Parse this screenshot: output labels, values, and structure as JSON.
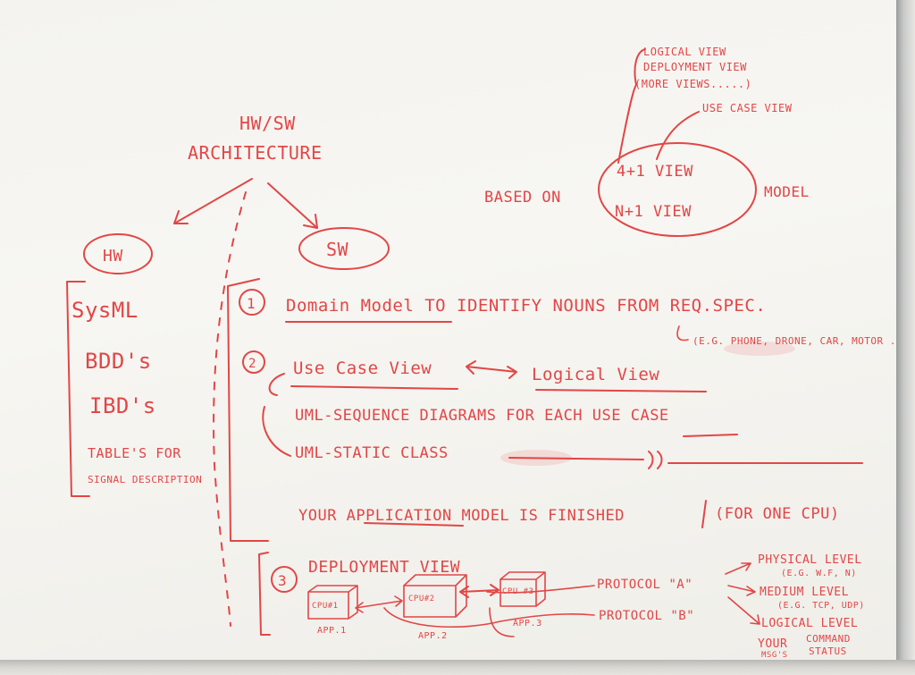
{
  "colors": {
    "ink": "#e24646",
    "board": "#f4f3ef"
  },
  "title": {
    "line1": "HW/SW",
    "line2": "ARCHITECTURE"
  },
  "top_right": {
    "views_list": [
      "LOGICAL VIEW",
      "DEPLOYMENT VIEW",
      "(MORE VIEWS.....)"
    ],
    "use_case": "USE CASE VIEW",
    "based_on": "BASED ON",
    "view_4_1": "4+1  VIEW",
    "view_n_1": "N+1  VIEW",
    "model": "MODEL"
  },
  "hw": {
    "label": "HW",
    "items": [
      "SysML",
      "BDD's",
      "IBD's"
    ],
    "tables_line1": "TABLE'S FOR",
    "tables_line2": "SIGNAL DESCRIPTION"
  },
  "sw": {
    "label": "SW"
  },
  "step1": {
    "number": "1",
    "text": "Domain Model   TO IDENTIFY  NOUNS FROM REQ.SPEC.",
    "example": "(E.G. PHONE, DRONE, CAR, MOTOR ...)"
  },
  "step2": {
    "number": "2",
    "use_case_view": "Use Case View",
    "logical_view": "Logical View",
    "sequence": "UML-SEQUENCE DIAGRAMS  FOR EACH  USE CASE",
    "static_class": "UML-STATIC CLASS",
    "finished": "YOUR APPLICATION MODEL IS FINISHED",
    "one_cpu": "(FOR ONE CPU)"
  },
  "step3": {
    "number": "3",
    "deployment": "DEPLOYMENT VIEW",
    "cpus": [
      "CPU#1",
      "CPU#2",
      "CPU #3"
    ],
    "apps": [
      "APP.1",
      "APP.2",
      "APP.3"
    ],
    "protocol_a": "PROTOCOL \"A\"",
    "protocol_b": "PROTOCOL \"B\"",
    "levels": {
      "physical": "PHYSICAL LEVEL",
      "physical_eg": "(E.G. W.F, N)",
      "medium": "MEDIUM LEVEL",
      "medium_eg": "(E.G. TCP, UDP)",
      "logical": "LOGICAL LEVEL",
      "your": "YOUR",
      "command": "COMMAND",
      "msgs": "MSG'S",
      "status": "STATUS"
    }
  }
}
